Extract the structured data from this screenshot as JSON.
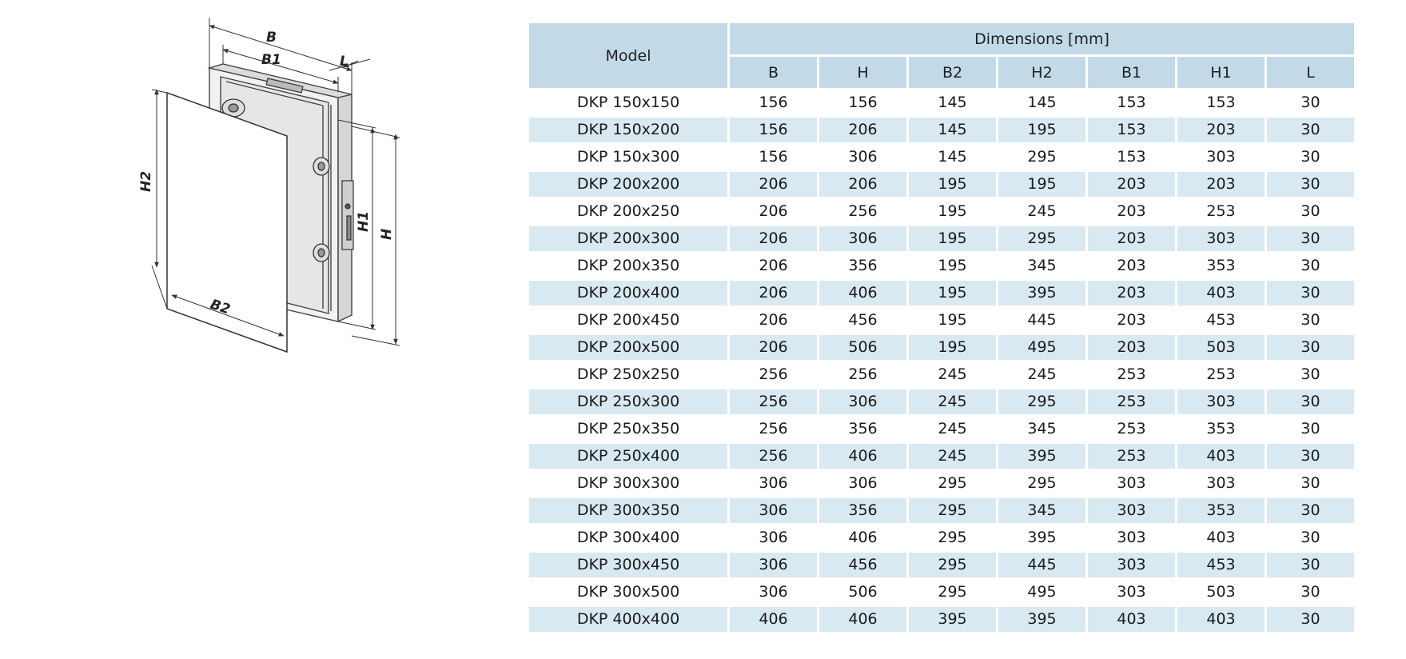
{
  "diagram": {
    "labels": {
      "b": "B",
      "b1": "B1",
      "l": "L",
      "h2": "H2",
      "h1": "H1",
      "h": "H",
      "b2": "B2"
    }
  },
  "table": {
    "model_header": "Model",
    "group_header": "Dimensions [mm]",
    "columns": [
      "B",
      "H",
      "B2",
      "H2",
      "B1",
      "H1",
      "L"
    ],
    "rows": [
      {
        "model": "DKP 150x150",
        "values": [
          "156",
          "156",
          "145",
          "145",
          "153",
          "153",
          "30"
        ]
      },
      {
        "model": "DKP 150x200",
        "values": [
          "156",
          "206",
          "145",
          "195",
          "153",
          "203",
          "30"
        ]
      },
      {
        "model": "DKP 150x300",
        "values": [
          "156",
          "306",
          "145",
          "295",
          "153",
          "303",
          "30"
        ]
      },
      {
        "model": "DKP 200x200",
        "values": [
          "206",
          "206",
          "195",
          "195",
          "203",
          "203",
          "30"
        ]
      },
      {
        "model": "DKP 200x250",
        "values": [
          "206",
          "256",
          "195",
          "245",
          "203",
          "253",
          "30"
        ]
      },
      {
        "model": "DKP 200x300",
        "values": [
          "206",
          "306",
          "195",
          "295",
          "203",
          "303",
          "30"
        ]
      },
      {
        "model": "DKP 200x350",
        "values": [
          "206",
          "356",
          "195",
          "345",
          "203",
          "353",
          "30"
        ]
      },
      {
        "model": "DKP 200x400",
        "values": [
          "206",
          "406",
          "195",
          "395",
          "203",
          "403",
          "30"
        ]
      },
      {
        "model": "DKP 200x450",
        "values": [
          "206",
          "456",
          "195",
          "445",
          "203",
          "453",
          "30"
        ]
      },
      {
        "model": "DKP 200x500",
        "values": [
          "206",
          "506",
          "195",
          "495",
          "203",
          "503",
          "30"
        ]
      },
      {
        "model": "DKP 250x250",
        "values": [
          "256",
          "256",
          "245",
          "245",
          "253",
          "253",
          "30"
        ]
      },
      {
        "model": "DKP 250x300",
        "values": [
          "256",
          "306",
          "245",
          "295",
          "253",
          "303",
          "30"
        ]
      },
      {
        "model": "DKP 250x350",
        "values": [
          "256",
          "356",
          "245",
          "345",
          "253",
          "353",
          "30"
        ]
      },
      {
        "model": "DKP 250x400",
        "values": [
          "256",
          "406",
          "245",
          "395",
          "253",
          "403",
          "30"
        ]
      },
      {
        "model": "DKP 300x300",
        "values": [
          "306",
          "306",
          "295",
          "295",
          "303",
          "303",
          "30"
        ]
      },
      {
        "model": "DKP 300x350",
        "values": [
          "306",
          "356",
          "295",
          "345",
          "303",
          "353",
          "30"
        ]
      },
      {
        "model": "DKP 300x400",
        "values": [
          "306",
          "406",
          "295",
          "395",
          "303",
          "403",
          "30"
        ]
      },
      {
        "model": "DKP 300x450",
        "values": [
          "306",
          "456",
          "295",
          "445",
          "303",
          "453",
          "30"
        ]
      },
      {
        "model": "DKP 300x500",
        "values": [
          "306",
          "506",
          "295",
          "495",
          "303",
          "503",
          "30"
        ]
      },
      {
        "model": "DKP 400x400",
        "values": [
          "406",
          "406",
          "395",
          "395",
          "403",
          "403",
          "30"
        ]
      }
    ]
  },
  "colors": {
    "header_bg": "#c2dae8",
    "stripe_bg": "#d9e9f2"
  }
}
